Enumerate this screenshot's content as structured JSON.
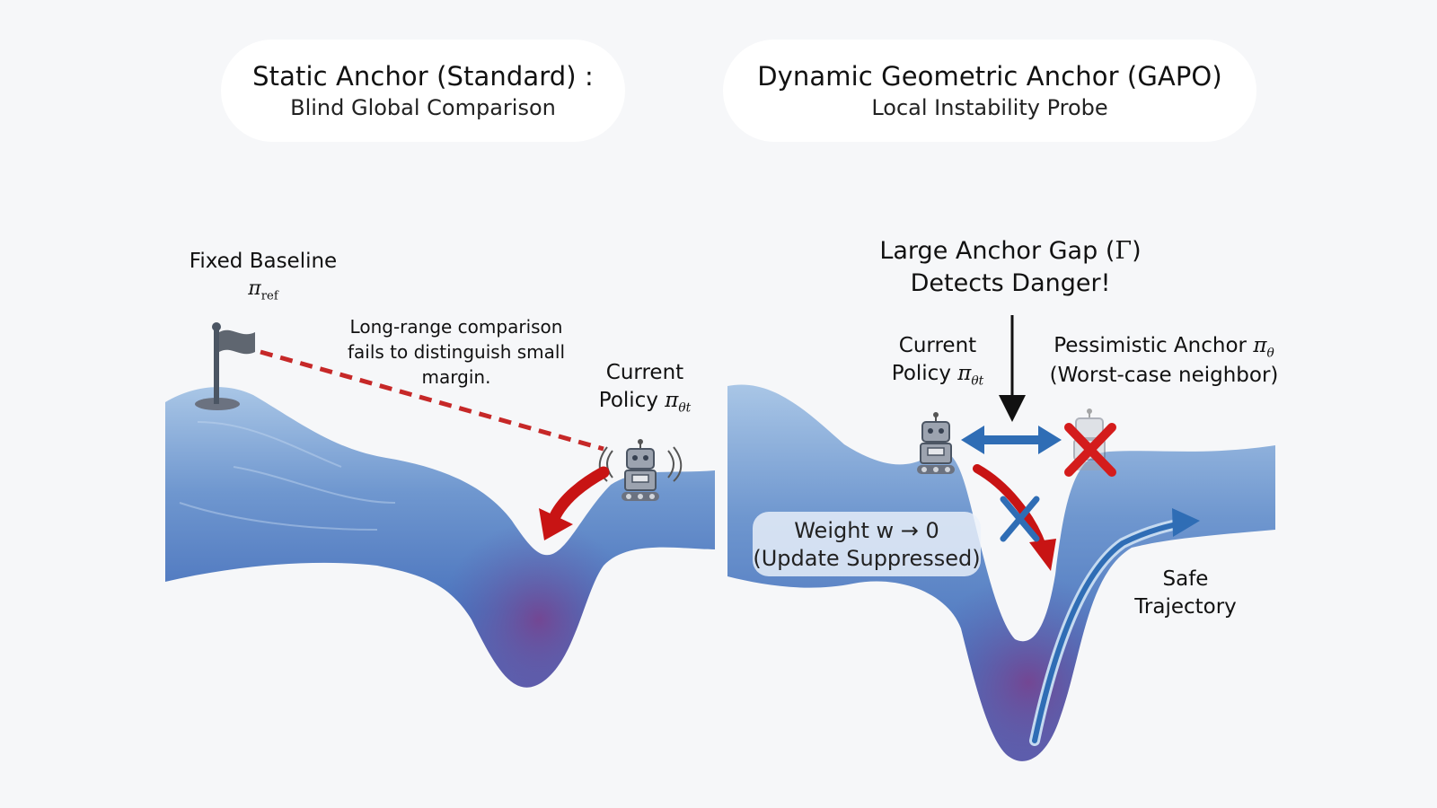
{
  "left_panel": {
    "title": "Static Anchor (Standard) :",
    "subtitle": "Blind Global Comparison",
    "baseline_label": "Fixed Baseline",
    "baseline_symbol": "π",
    "baseline_symbol_sub": "ref",
    "comparison_note": [
      "Long-range comparison",
      "fails to distinguish small",
      "margin."
    ],
    "policy_label_line1": "Current",
    "policy_label_line2": "Policy",
    "policy_symbol": "π",
    "policy_symbol_sub": "θt"
  },
  "right_panel": {
    "title": "Dynamic Geometric Anchor (GAPO)",
    "subtitle": "Local Instability Probe",
    "gap_label_line1": "Large Anchor Gap (",
    "gap_symbol": "Γ",
    "gap_label_close": ")",
    "gap_label_line2": "Detects Danger!",
    "policy_label_line1": "Current",
    "policy_label_line2": "Policy",
    "policy_symbol": "π",
    "policy_symbol_sub": "θt",
    "anchor_label": "Pessimistic Anchor",
    "anchor_symbol": "π",
    "anchor_symbol_sub": "θ",
    "anchor_note": "(Worst-case neighbor)",
    "weight_label": "Weight w → 0",
    "weight_note": "(Update Suppressed)",
    "safe_label_line1": "Safe",
    "safe_label_line2": "Trajectory"
  },
  "colors": {
    "surface_top": "#8fb2d8",
    "surface_mid": "#4f7fc3",
    "surface_deep": "#7a4a93",
    "red_arrow": "#c81414",
    "blue_arrow": "#2f6db5",
    "dashed_line": "#c62828",
    "pill_bg": "#ffffff",
    "page_bg": "#f6f7f9"
  },
  "icons": [
    "flag-icon",
    "robot-icon",
    "cross-icon"
  ]
}
